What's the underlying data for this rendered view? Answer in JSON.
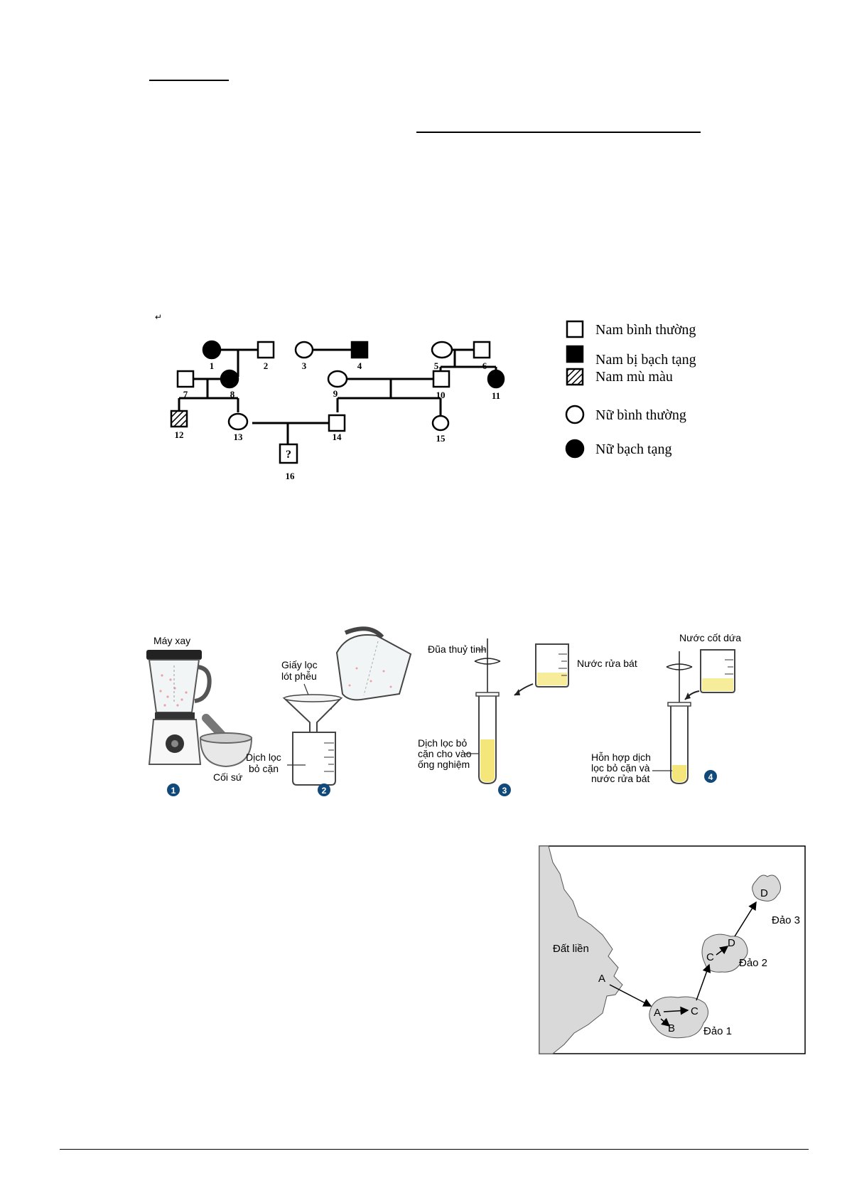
{
  "pedigree": {
    "corner_mark": "↵",
    "labels": [
      "1",
      "2",
      "3",
      "4",
      "5",
      "6",
      "7",
      "8",
      "9",
      "10",
      "11",
      "12",
      "13",
      "14",
      "15",
      "16"
    ],
    "unknown_mark": "?",
    "legend": [
      {
        "symbol": "square-open",
        "text": "Nam bình thường"
      },
      {
        "symbol": "square-filled",
        "text": "Nam bị bạch tạng"
      },
      {
        "symbol": "square-hatched",
        "text": "Nam mù màu"
      },
      {
        "symbol": "circle-open",
        "text": "Nữ bình thường"
      },
      {
        "symbol": "circle-filled",
        "text": "Nữ bạch tạng"
      }
    ]
  },
  "experiment": {
    "step1": {
      "blender": "Máy xay",
      "mortar": "Cối sứ",
      "number": "1"
    },
    "step2": {
      "filter": [
        "Giấy lọc",
        "lót phễu"
      ],
      "filtrate": [
        "Dịch lọc",
        "bỏ cặn"
      ],
      "number": "2"
    },
    "step3": {
      "rod": "Đũa thuỷ tinh",
      "beaker": "Nước rửa bát",
      "tube": [
        "Dịch lọc bỏ",
        "cặn cho vào",
        "ống nghiệm"
      ],
      "number": "3"
    },
    "step4": {
      "beaker": "Nước cốt dứa",
      "tube": [
        "Hỗn hợp dịch",
        "lọc bỏ cặn và",
        "nước rửa bát"
      ],
      "number": "4"
    }
  },
  "islands_map": {
    "mainland": "Đất liền",
    "island1": "Đảo 1",
    "island2": "Đảo 2",
    "island3": "Đảo 3",
    "species": {
      "mainland_A": "A",
      "i1_A": "A",
      "i1_B": "B",
      "i1_C": "C",
      "i2_C": "C",
      "i2_D": "D",
      "i3_D": "D"
    }
  }
}
